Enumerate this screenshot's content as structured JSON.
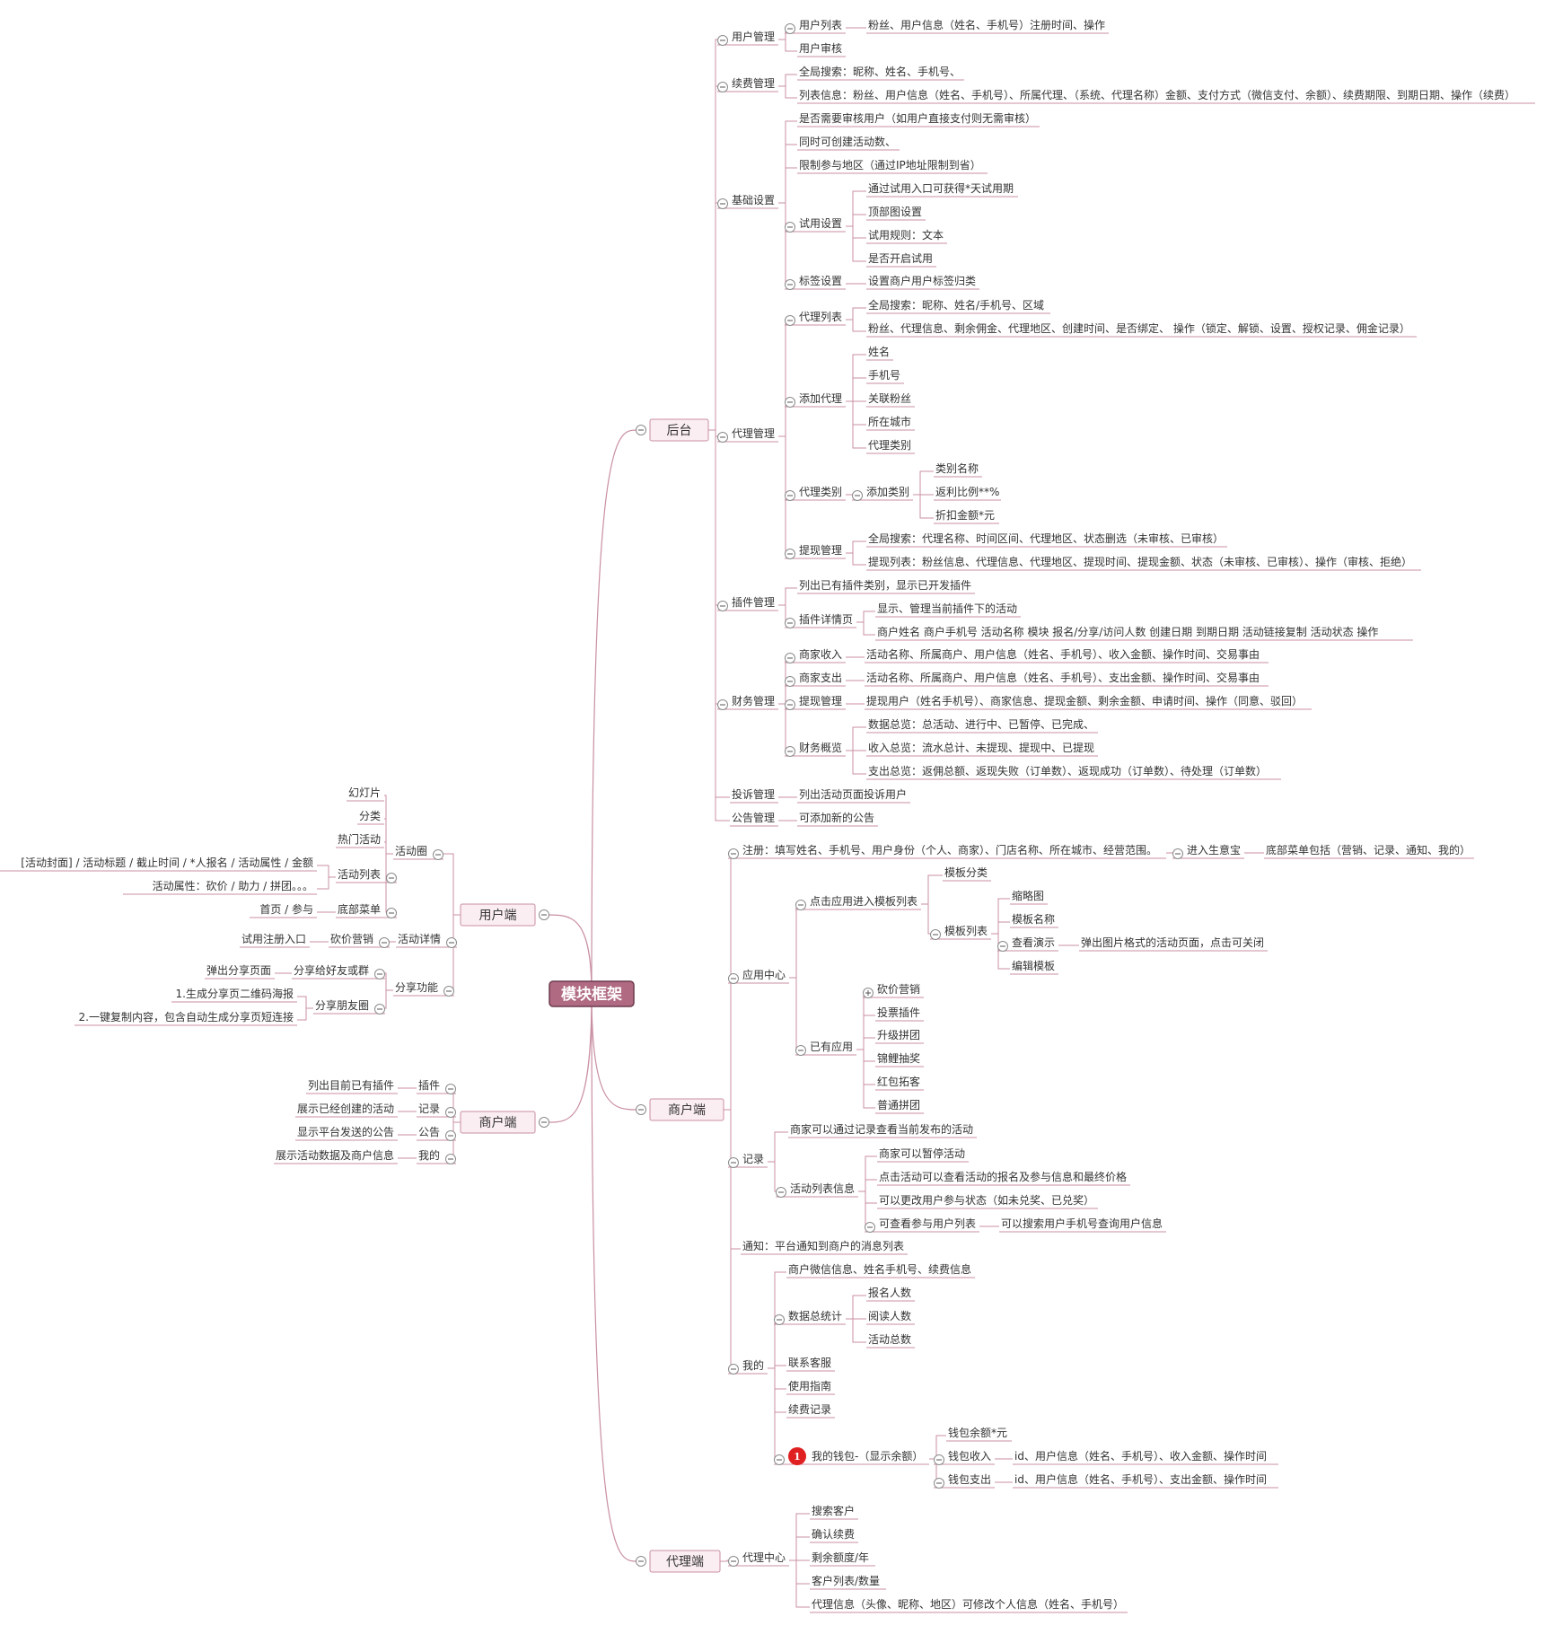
{
  "root": "模块框架",
  "branches": {
    "houtai": "后台",
    "shanghu": "商户端",
    "daili": "代理端",
    "yonghu": "用户端",
    "shanghu_left": "商户端"
  },
  "nodes": {
    "b1": "用户管理",
    "b1a": "用户列表",
    "b1a1": "粉丝、用户信息（姓名、手机号）注册时间、操作",
    "b1b": "用户审核",
    "b2": "续费管理",
    "b2a": "全局搜索：昵称、姓名、手机号、",
    "b2b": "列表信息：粉丝、用户信息（姓名、手机号）、所属代理、（系统、代理名称）金额、支付方式（微信支付、余额）、续费期限、到期日期、操作（续费）",
    "b3": "基础设置",
    "b3a": "是否需要审核用户（如用户直接支付则无需审核）",
    "b3b": "同时可创建活动数、",
    "b3c": "限制参与地区（通过IP地址限制到省）",
    "b3d": "试用设置",
    "b3d1": "通过试用入口可获得*天试用期",
    "b3d2": "顶部图设置",
    "b3d3": "试用规则：文本",
    "b3d4": "是否开启试用",
    "b3e": "标签设置",
    "b3e1": "设置商户用户标签归类",
    "b4": "代理管理",
    "b4a": "代理列表",
    "b4a1": "全局搜索：昵称、姓名/手机号、区域",
    "b4a2": "粉丝、代理信息、剩余佣金、代理地区、创建时间、是否绑定、 操作（锁定、解锁、设置、授权记录、佣金记录）",
    "b4b": "添加代理",
    "b4b1": "姓名",
    "b4b2": "手机号",
    "b4b3": "关联粉丝",
    "b4b4": "所在城市",
    "b4b5": "代理类别",
    "b4c": "代理类别",
    "b4c1": "添加类别",
    "b4c1a": "类别名称",
    "b4c1b": "返利比例**%",
    "b4c1c": "折扣金额*元",
    "b4d": "提现管理",
    "b4d1": "全局搜索：代理名称、时间区间、代理地区、状态删选（未审核、已审核）",
    "b4d2": "提现列表：粉丝信息、代理信息、代理地区、提现时间、提现金额、状态（未审核、已审核）、操作（审核、拒绝）",
    "b5": "插件管理",
    "b5a": "列出已有插件类别，显示已开发插件",
    "b5b": "插件详情页",
    "b5b1": "显示、管理当前插件下的活动",
    "b5b2": "商户姓名 商户手机号 活动名称 模块 报名/分享/访问人数 创建日期 到期日期 活动链接复制 活动状态 操作",
    "b6": "财务管理",
    "b6a": "商家收入",
    "b6a1": "活动名称、所属商户、用户信息（姓名、手机号）、收入金额、操作时间、交易事由",
    "b6b": "商家支出",
    "b6b1": "活动名称、所属商户、用户信息（姓名、手机号）、支出金额、操作时间、交易事由",
    "b6c": "提现管理",
    "b6c1": "提现用户（姓名手机号）、商家信息、提现金额、剩余金额、申请时间、操作（同意、驳回）",
    "b6d": "财务概览",
    "b6d1": "数据总览：总活动、进行中、已暂停、已完成、",
    "b6d2": "收入总览：流水总计、未提现、提现中、已提现",
    "b6d3": "支出总览：返佣总额、返现失败（订单数）、返现成功（订单数）、待处理（订单数）",
    "b7": "投诉管理",
    "b7a": "列出活动页面投诉用户",
    "b8": "公告管理",
    "b8a": "可添加新的公告",
    "s1": "注册：填写姓名、手机号、用户身份（个人、商家）、门店名称、所在城市、经营范围。",
    "s1a": "进入生意宝",
    "s1a1": "底部菜单包括（营销、记录、通知、我的）",
    "s2": "应用中心",
    "s2a": "点击应用进入模板列表",
    "s2a1": "模板分类",
    "s2a2": "模板列表",
    "s2a2a": "缩略图",
    "s2a2b": "模板名称",
    "s2a2c": "查看演示",
    "s2a2c1": "弹出图片格式的活动页面，点击可关闭",
    "s2a2d": "编辑模板",
    "s2b": "已有应用",
    "s2b1": "砍价营销",
    "s2b2": "投票插件",
    "s2b3": "升级拼团",
    "s2b4": "锦鲤抽奖",
    "s2b5": "红包拓客",
    "s2b6": "普通拼团",
    "s3": "记录",
    "s3a": "商家可以通过记录查看当前发布的活动",
    "s3b": "活动列表信息",
    "s3b1": "商家可以暂停活动",
    "s3b2": "点击活动可以查看活动的报名及参与信息和最终价格",
    "s3b3": "可以更改用户参与状态（如未兑奖、已兑奖）",
    "s3b4": "可查看参与用户列表",
    "s3b4a": "可以搜索用户手机号查询用户信息",
    "s4": "通知：平台通知到商户的消息列表",
    "s5": "我的",
    "s5a": "商户微信信息、姓名手机号、续费信息",
    "s5b": "数据总统计",
    "s5b1": "报名人数",
    "s5b2": "阅读人数",
    "s5b3": "活动总数",
    "s5c": "联系客服",
    "s5d": "使用指南",
    "s5e": "续费记录",
    "s5f_marker": "1",
    "s5f": "我的钱包-（显示余额）",
    "s5f1": "钱包余额*元",
    "s5f2": "钱包收入",
    "s5f2a": "id、用户信息（姓名、手机号）、收入金额、操作时间",
    "s5f3": "钱包支出",
    "s5f3a": "id、用户信息（姓名、手机号）、支出金额、操作时间",
    "d1": "代理中心",
    "d1a": "搜索客户",
    "d1b": "确认续费",
    "d1c": "剩余额度/年",
    "d1d": "客户列表/数量",
    "d1e": "代理信息（头像、昵称、地区）可修改个人信息（姓名、手机号）",
    "y1": "活动圈",
    "y1a": "幻灯片",
    "y1b": "分类",
    "y1c": "热门活动",
    "y1d": "活动列表",
    "y1d1": "[活动封面] / 活动标题 / 截止时间 / *人报名 / 活动属性 / 金额",
    "y1d2": "活动属性：砍价 / 助力 / 拼团。。。",
    "y1e": "底部菜单",
    "y1e1": "首页 / 参与",
    "y2": "活动详情",
    "y2a": "砍价营销",
    "y2a1": "试用注册入口",
    "y3": "分享功能",
    "y3a": "分享给好友或群",
    "y3a1": "弹出分享页面",
    "y3b": "分享朋友圈",
    "y3b1": "1.生成分享页二维码海报",
    "y3b2": "2.一键复制内容，包含自动生成分享页短连接",
    "m1": "插件",
    "m1a": "列出目前已有插件",
    "m2": "记录",
    "m2a": "展示已经创建的活动",
    "m3": "公告",
    "m3a": "显示平台发送的公告",
    "m4": "我的",
    "m4a": "展示活动数据及商户信息"
  }
}
